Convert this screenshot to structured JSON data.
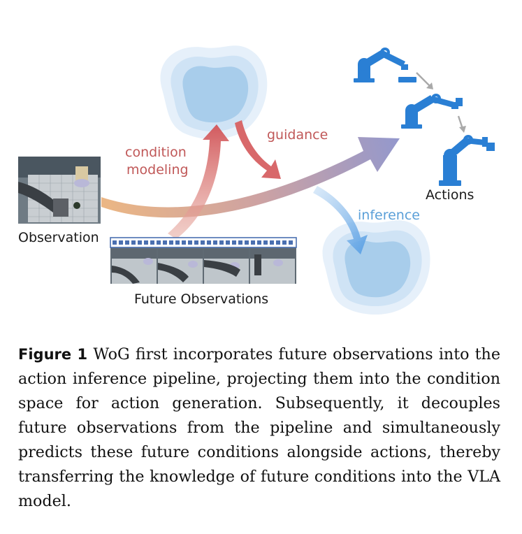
{
  "labels": {
    "observation": "Observation",
    "future_observations": "Future Observations",
    "actions": "Actions",
    "condition_line1": "condition",
    "condition_line2": "modeling",
    "guidance": "guidance",
    "inference": "inference"
  },
  "caption": {
    "figure_label": "Figure 1",
    "text": "WoG first incorporates future observations into the action inference pipeline, projecting them into the condition space for action generation. Subsequently, it decouples future observations from the pipeline and simultaneously predicts these future conditions alongside actions, thereby transferring the knowledge of future conditions into the VLA model."
  },
  "colors": {
    "red_arrow": "#d8686a",
    "blue_arrow": "#6aa8e6",
    "cloud_outer": "#d8e9f7",
    "cloud_inner": "#a9cfec",
    "robot": "#2a7fd4"
  }
}
